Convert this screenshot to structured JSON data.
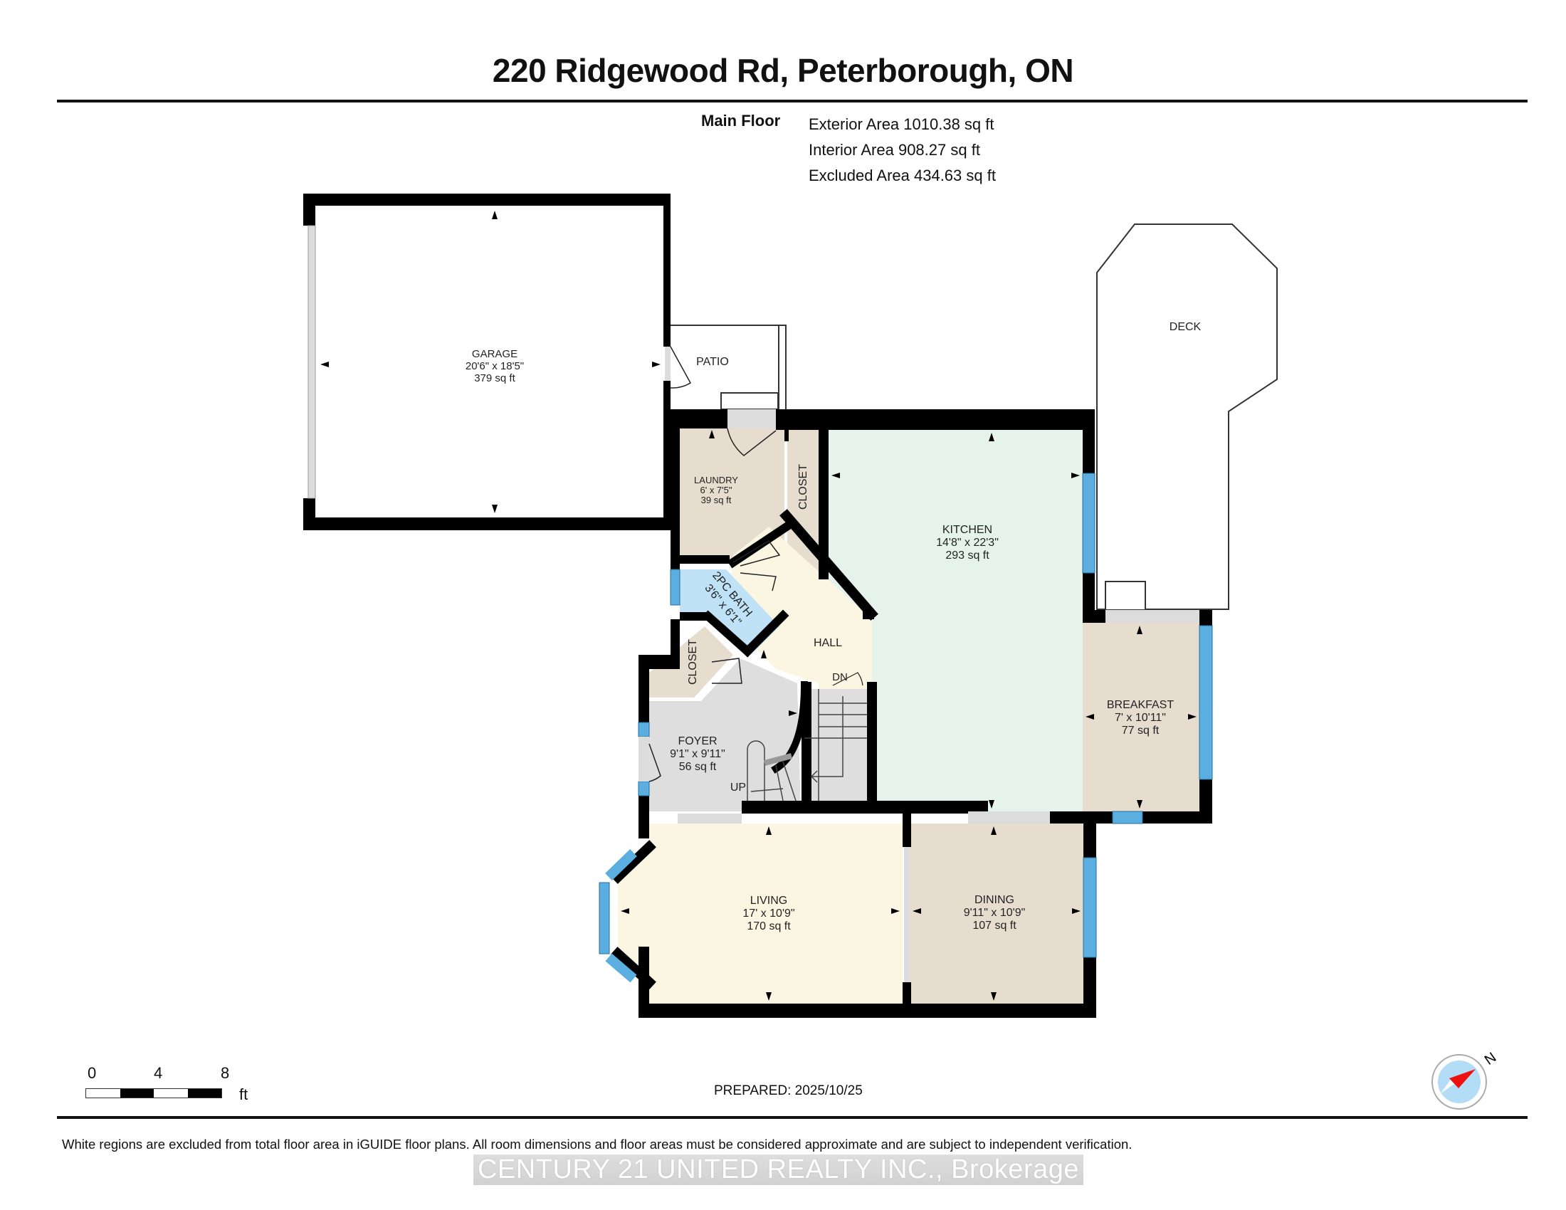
{
  "header": {
    "title": "220 Ridgewood Rd, Peterborough, ON",
    "floor_label": "Main Floor",
    "areas": [
      "Exterior Area 1010.38 sq ft",
      "Interior Area 908.27 sq ft",
      "Excluded Area 434.63 sq ft"
    ]
  },
  "rooms": {
    "garage": {
      "name": "GARAGE",
      "dims": "20'6\" x 18'5\"",
      "area": "379 sq ft"
    },
    "patio": {
      "name": "PATIO"
    },
    "deck": {
      "name": "DECK"
    },
    "laundry": {
      "name": "LAUNDRY",
      "dims": "6' x 7'5\"",
      "area": "39 sq ft"
    },
    "closet_upper": {
      "name": "CLOSET"
    },
    "kitchen": {
      "name": "KITCHEN",
      "dims": "14'8\" x 22'3\"",
      "area": "293 sq ft"
    },
    "bath": {
      "name": "2PC BATH",
      "dims": "3'6\" x 6'1\""
    },
    "hall": {
      "name": "HALL"
    },
    "closet_lower": {
      "name": "CLOSET"
    },
    "foyer": {
      "name": "FOYER",
      "dims": "9'1\" x 9'11\"",
      "area": "56 sq ft"
    },
    "breakfast": {
      "name": "BREAKFAST",
      "dims": "7' x 10'11\"",
      "area": "77 sq ft"
    },
    "living": {
      "name": "LIVING",
      "dims": "17' x 10'9\"",
      "area": "170 sq ft"
    },
    "dining": {
      "name": "DINING",
      "dims": "9'11\" x 10'9\"",
      "area": "107 sq ft"
    }
  },
  "stairs": {
    "up_label": "UP",
    "down_label": "DN"
  },
  "scale_bar": {
    "ticks": [
      "0",
      "4",
      "8"
    ],
    "unit": "ft"
  },
  "compass": {
    "label": "N"
  },
  "footer": {
    "prepared": "PREPARED: 2025/10/25",
    "disclaimer": "White regions are excluded from total floor area in iGUIDE floor plans. All room dimensions and floor areas must be considered approximate and are subject to independent verification.",
    "watermark": "CENTURY 21 UNITED REALTY INC., Brokerage"
  },
  "colors": {
    "wall": "#000000",
    "window": "#5aaee0",
    "door_gap": "#dcdcdc",
    "kitchen": "#e6f3ec",
    "laundry": "#e6ddcf",
    "hall": "#fbf6e2",
    "bath": "#bfe2f6",
    "foyer": "#dedede",
    "breakfast": "#e6ddcf",
    "living": "#fbf6e2",
    "dining": "#e6ddcf"
  }
}
